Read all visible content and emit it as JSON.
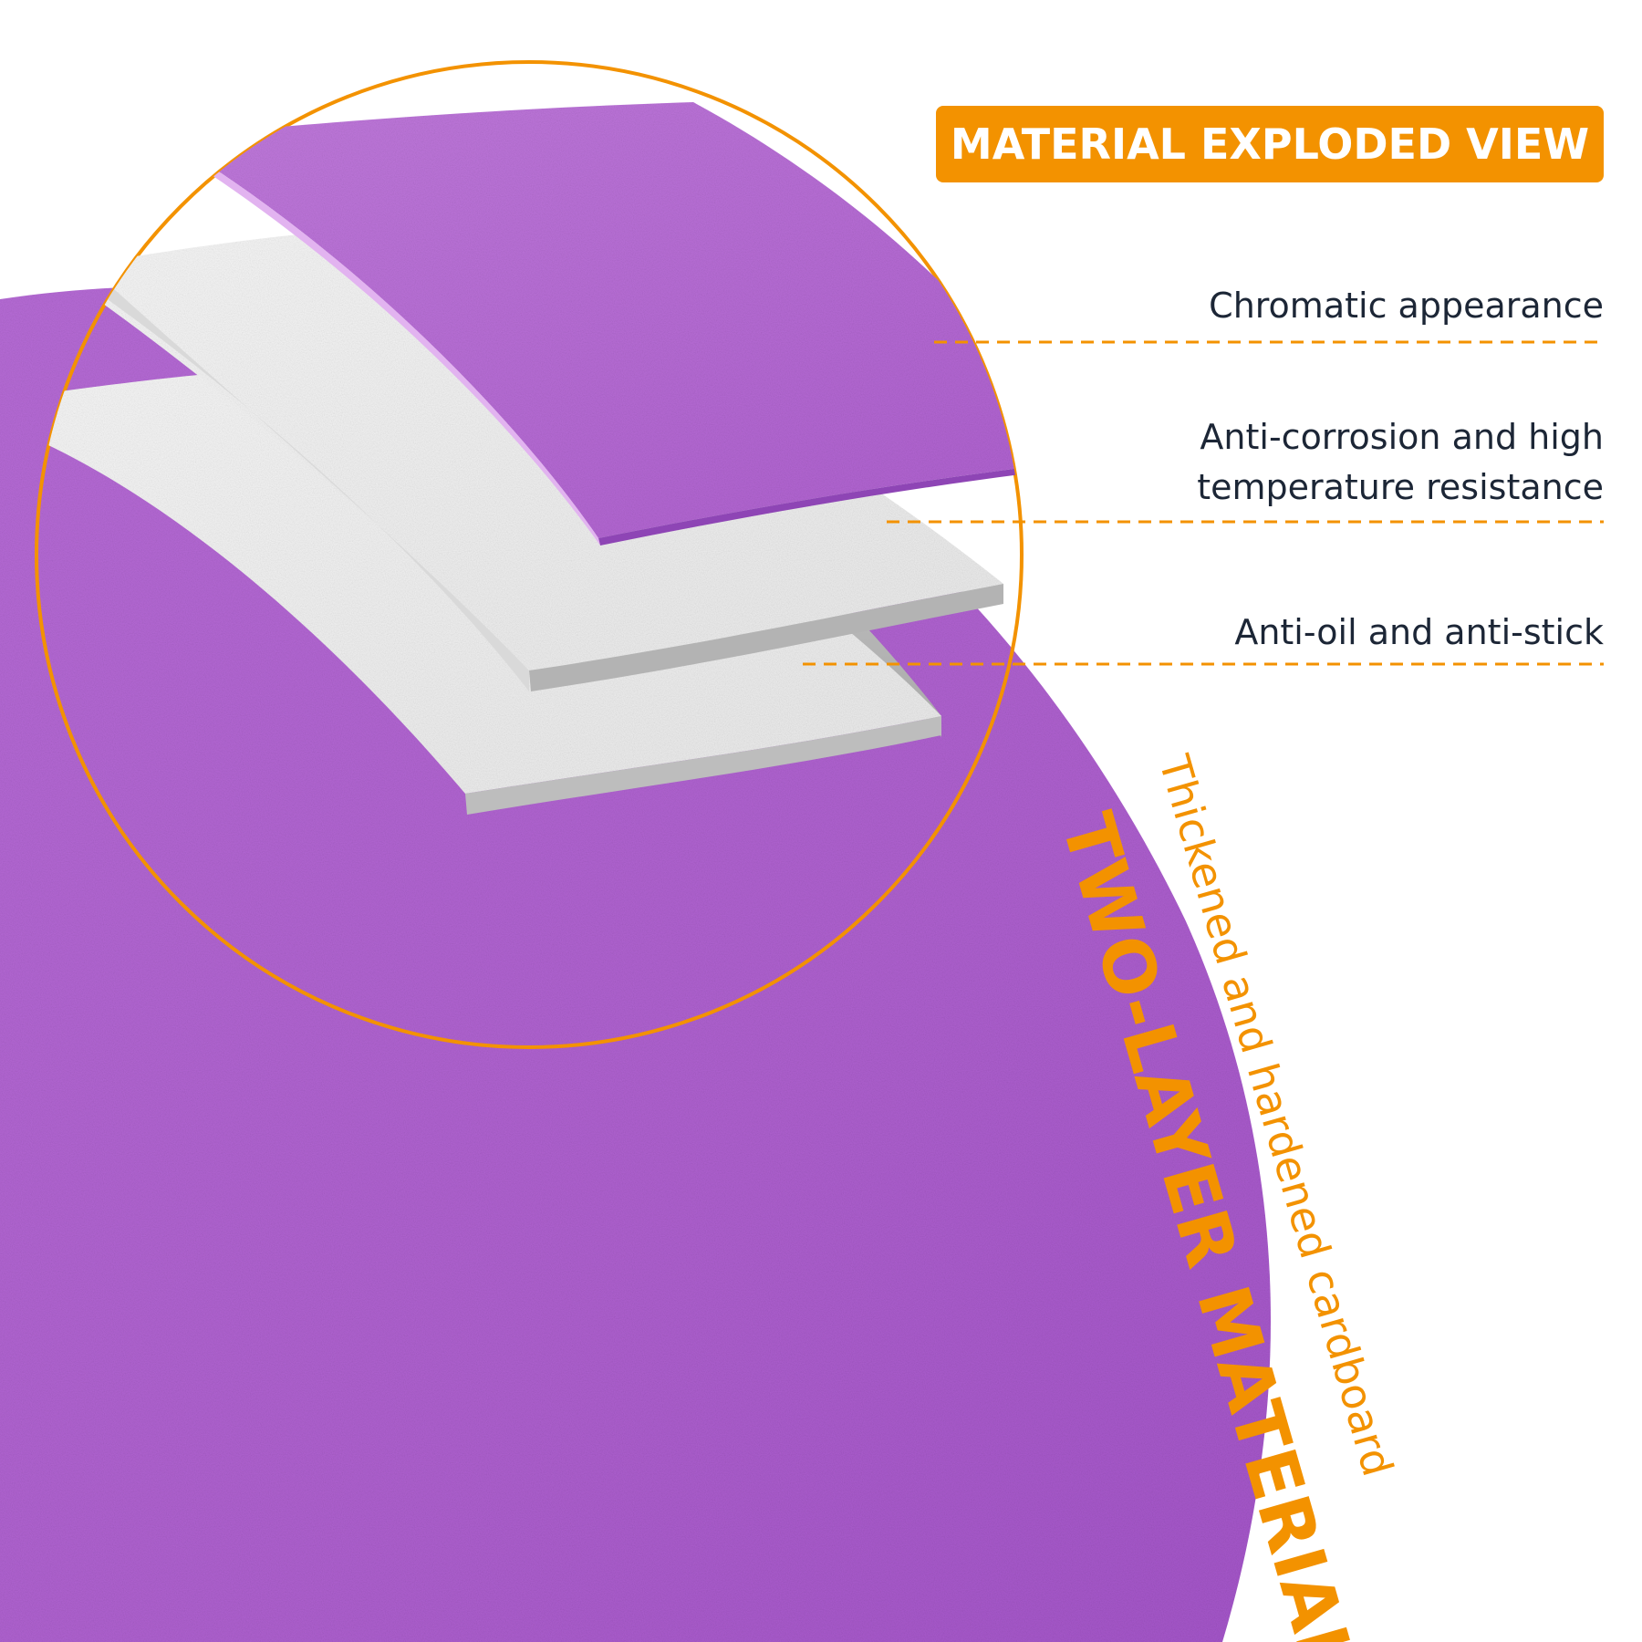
{
  "title": "MATERIAL EXPLODED VIEW",
  "callouts": {
    "chromatic": "Chromatic appearance",
    "anticorrosion_line1": "Anti-corrosion and high",
    "anticorrosion_line2": "temperature resistance",
    "antioil": "Anti-oil and anti-stick"
  },
  "side_texts": {
    "subtitle": "Thickened and hardened cardboard",
    "main": "TWO-LAYER MATERIAL"
  },
  "colors": {
    "accent": "#F39200",
    "purple": "#B46BD3",
    "purple_dark": "#9E4FC4",
    "layer_white": "#F1F1F1",
    "text_dark": "#1C2636",
    "background": "#FFFFFF"
  }
}
